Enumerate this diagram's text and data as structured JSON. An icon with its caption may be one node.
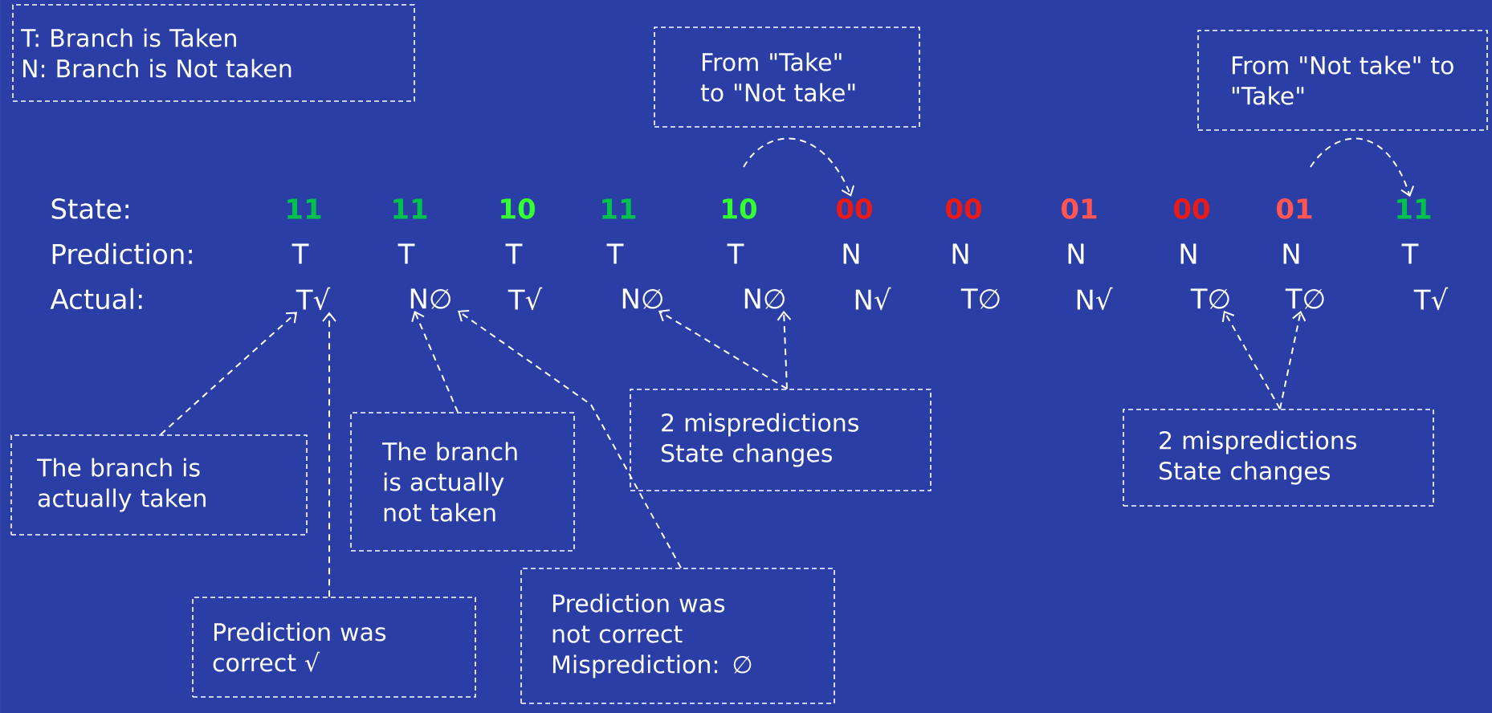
{
  "diagram": {
    "nodes": [
      {
        "text": [
          "T: Branch is Taken",
          "N: Branch is Not taken"
        ]
      },
      {
        "text": [
          "From \"Take\" to \"Not take\""
        ]
      },
      {
        "text": [
          "From \"Not take\" to \"Take\""
        ]
      },
      {
        "text": [
          "00"
        ]
      },
      {
        "text": [
          "11"
        ]
      },
      {
        "text": [
          "T√"
        ]
      },
      {
        "text": [
          "N∅"
        ]
      },
      {
        "text": [
          "N∅"
        ]
      },
      {
        "text": [
          "N∅"
        ]
      },
      {
        "text": [
          "T∅"
        ]
      },
      {
        "text": [
          "T∅"
        ]
      },
      {
        "text": [
          "2 mispredictions State changes"
        ]
      },
      {
        "text": [
          "The branch is actually not taken"
        ]
      },
      {
        "text": [
          "The branch is actually taken"
        ]
      },
      {
        "text": [
          "2 mispredictions State changes"
        ]
      },
      {
        "text": [
          "Prediction was not correct Misprediction: ∅"
        ]
      },
      {
        "text": [
          "Prediction was correct √"
        ]
      }
    ],
    "edges": [
      {
        "from": null,
        "to": 3,
        "arrow": "to",
        "style": "dashed"
      },
      {
        "from": null,
        "to": 4,
        "arrow": "to",
        "style": "dashed"
      },
      {
        "from": 13,
        "to": 5,
        "arrow": "to",
        "style": "dashed"
      },
      {
        "from": 16,
        "to": 5,
        "arrow": "to",
        "style": "dashed"
      },
      {
        "from": 12,
        "to": 6,
        "arrow": "to",
        "style": "dashed"
      },
      {
        "from": 15,
        "to": 6,
        "arrow": "to",
        "style": "dashed"
      },
      {
        "from": 11,
        "to": 7,
        "arrow": "to",
        "style": "dashed"
      },
      {
        "from": 11,
        "to": 8,
        "arrow": "to",
        "style": "dashed"
      },
      {
        "from": 14,
        "to": 9,
        "arrow": "to",
        "style": "dashed"
      },
      {
        "from": 14,
        "to": 10,
        "arrow": "to",
        "style": "dashed"
      }
    ],
    "labels": [
      "State:",
      "11",
      "11",
      "10",
      "11",
      "10",
      "00",
      "01",
      "00",
      "01",
      "Prediction:",
      "T",
      "T",
      "T",
      "T",
      "T",
      "N",
      "N",
      "N",
      "N",
      "N",
      "T",
      "Actual:",
      "T√",
      "N√",
      "T∅",
      "N√",
      "T√"
    ]
  }
}
